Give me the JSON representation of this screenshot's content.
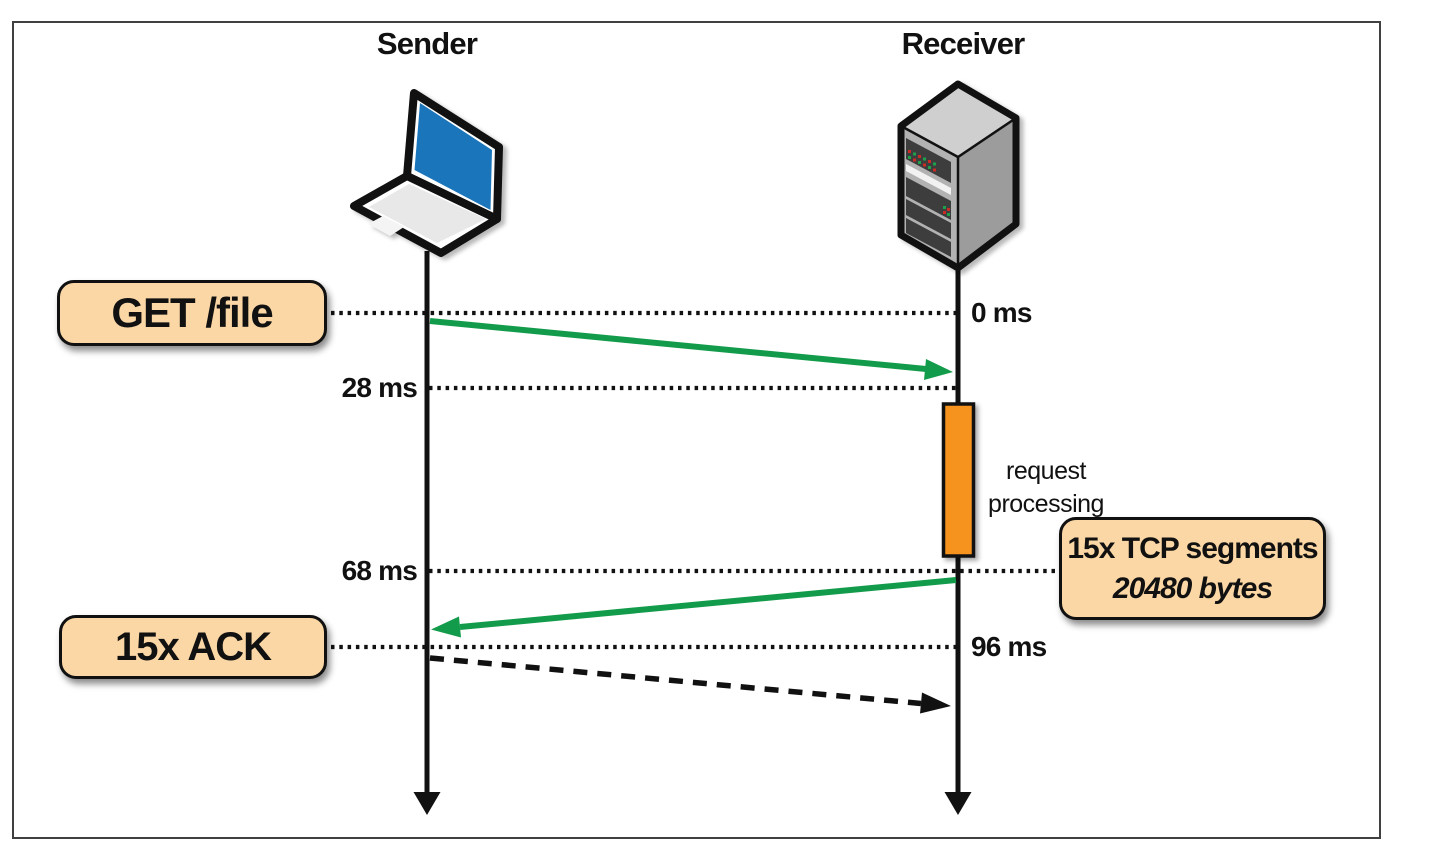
{
  "figure": {
    "type": "network-sequence-diagram",
    "actors": [
      {
        "id": "sender",
        "label": "Sender",
        "icon": "laptop-icon"
      },
      {
        "id": "receiver",
        "label": "Receiver",
        "icon": "server-icon"
      }
    ],
    "time_markers": [
      {
        "label": "0 ms",
        "side": "receiver"
      },
      {
        "label": "28 ms",
        "side": "sender"
      },
      {
        "label": "68 ms",
        "side": "sender"
      },
      {
        "label": "96 ms",
        "side": "receiver"
      }
    ],
    "callouts": [
      {
        "id": "get-file",
        "label": "GET /file"
      },
      {
        "id": "tcp-segments",
        "label": "15x TCP segments",
        "sublabel": "20480 bytes"
      },
      {
        "id": "ack",
        "label": "15x ACK"
      }
    ],
    "activation": {
      "label": "request processing"
    },
    "arrows": [
      {
        "id": "request-arrow",
        "style": "solid-green",
        "from": "sender",
        "to": "receiver"
      },
      {
        "id": "segments-arrow",
        "style": "solid-green",
        "from": "receiver",
        "to": "sender"
      },
      {
        "id": "ack-arrow",
        "style": "dashed-black",
        "from": "sender",
        "to": "receiver"
      }
    ],
    "colors": {
      "arrow_green": "#129b4a",
      "activation_orange": "#f6921e",
      "callout_fill": "#fbd7a5",
      "laptop_screen_blue": "#1b75bb",
      "line_black": "#111111",
      "frame_border": "#404040"
    }
  }
}
